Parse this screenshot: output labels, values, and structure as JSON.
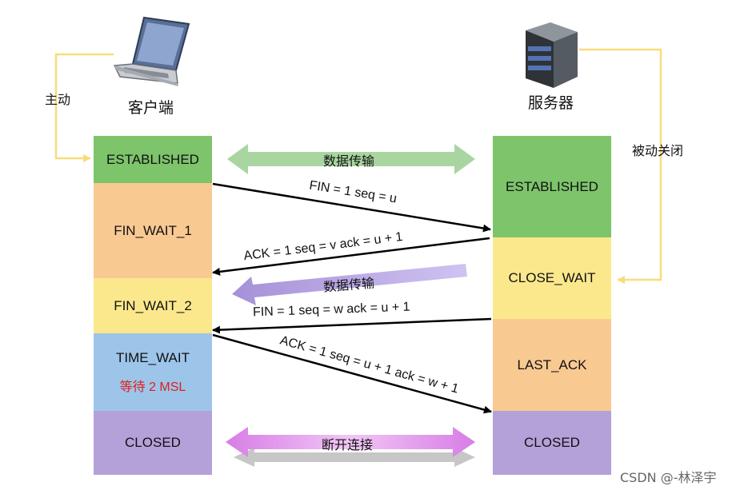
{
  "client": {
    "label": "客户端",
    "initiator_label": "主动"
  },
  "server": {
    "label": "服务器",
    "passive_label": "被动关闭"
  },
  "client_states": [
    {
      "label": "ESTABLISHED"
    },
    {
      "label": "FIN_WAIT_1"
    },
    {
      "label": "FIN_WAIT_2"
    },
    {
      "label": "TIME_WAIT",
      "note": "等待 2 MSL"
    },
    {
      "label": "CLOSED"
    }
  ],
  "server_states": [
    {
      "label": "ESTABLISHED"
    },
    {
      "label": "CLOSE_WAIT"
    },
    {
      "label": "LAST_ACK"
    },
    {
      "label": "CLOSED"
    }
  ],
  "transfer_labels": {
    "data_both": "数据传输",
    "data_to_client": "数据传输",
    "disconnect": "断开连接"
  },
  "messages": {
    "fin1": "FIN = 1 seq = u",
    "ack1": "ACK = 1 seq = v ack = u + 1",
    "fin2": "FIN = 1 seq = w ack = u + 1",
    "ack2": "ACK = 1 seq = u + 1 ack = w + 1"
  },
  "watermark": "CSDN @-林泽宇",
  "colors": {
    "green": "#7dc46b",
    "orange": "#f9c992",
    "yellow": "#fce88c",
    "blue": "#9dc5ea",
    "purple": "#b4a1d9",
    "connector": "#f7dd7a",
    "data_arrow": "#a9d6a0",
    "left_arrow": "#a18bd6",
    "pink_arrow": "#dd8ce8",
    "alert": "#e0201c"
  },
  "icons": {
    "client": "laptop-icon",
    "server": "server-tower-icon"
  }
}
